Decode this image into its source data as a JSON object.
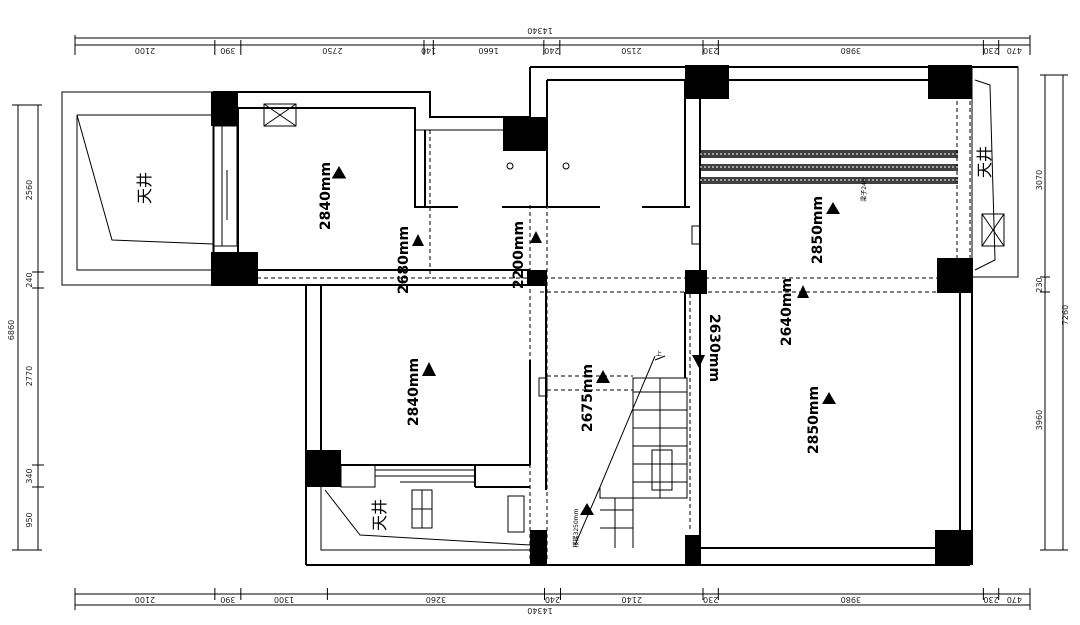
{
  "plan": {
    "top_total": "14340",
    "top_segments": [
      "2100",
      "390",
      "2750",
      "140",
      "1660",
      "240",
      "2150",
      "230",
      "3980",
      "230",
      "470"
    ],
    "bottom_total": "14340",
    "bottom_segments": [
      "2100",
      "390",
      "1300",
      "3260",
      "240",
      "2140",
      "230",
      "3980",
      "230",
      "470"
    ],
    "left_segments": [
      "2560",
      "240",
      "2770",
      "340",
      "950"
    ],
    "left_total": "6860",
    "right_segments": [
      "3070",
      "230",
      "3960"
    ],
    "right_total": "7260",
    "heights": {
      "room_top_left": "2840mm",
      "room_mid_left": "2840mm",
      "corridor": "2680mm",
      "bath": "2200mm",
      "top_right": "2850mm",
      "beam": "2640mm",
      "stair_well": "2630mm",
      "stair_area": "2675mm",
      "bottom_right": "2850mm"
    },
    "skylight_label": "天井",
    "beam_note": "梁子240",
    "stair_note": "楼梯3250mm",
    "up_mark": "上"
  }
}
